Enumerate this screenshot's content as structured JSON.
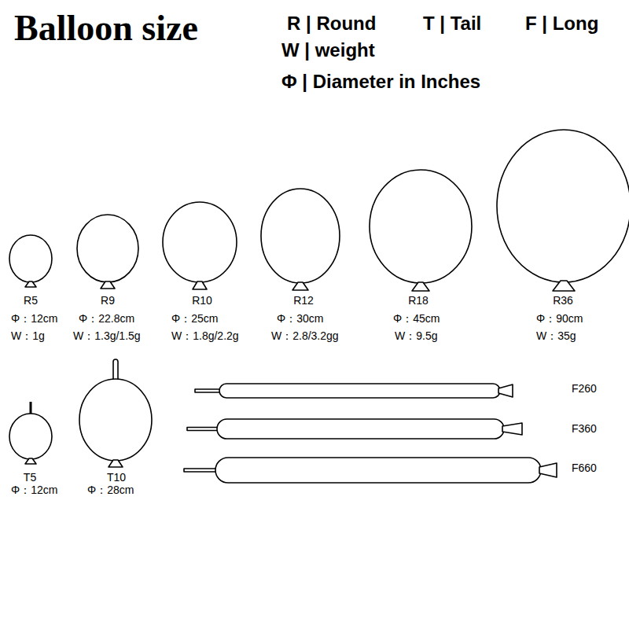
{
  "diagram": {
    "title": "Balloon size",
    "labels": [
      "R | Round",
      "T | Tail",
      "F | Long",
      "W | weight",
      "Φ | Diameter in Inches",
      "R5",
      "Φ：12cm",
      "W：1g",
      "R9",
      "Φ：22.8cm",
      "W：1.3g/1.5g",
      "R10",
      "Φ：25cm",
      "W：1.8g/2.2g",
      "R12",
      "Φ：30cm",
      "W：2.8/3.2gg",
      "R18",
      "Φ：45cm",
      "W：9.5g",
      "R36",
      "Φ：90cm",
      "W：35g",
      "T5",
      "Φ：12cm",
      "T10",
      "Φ：28cm",
      "F260",
      "F360",
      "F660"
    ]
  }
}
